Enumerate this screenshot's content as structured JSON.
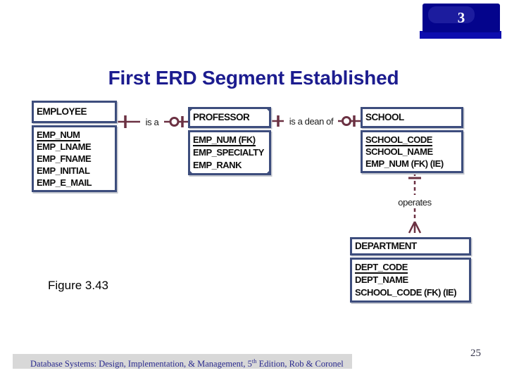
{
  "slide": {
    "number": "3",
    "title": "First ERD Segment Established",
    "figure_caption": "Figure 3.43",
    "page_number": "25",
    "footer": {
      "text_main": "Database Systems: Design, Implementation, & Management, 5",
      "text_sup": "th",
      "text_rest": " Edition, Rob & Coronel"
    }
  },
  "colors": {
    "title_color": "#1c1c8f",
    "entity_border": "#3d4d7d",
    "relationship": "#6b3142",
    "slide_number_bg": "#04048c",
    "footer_bg": "#d8d8d8",
    "footer_text": "#2a2a8e"
  },
  "diagram": {
    "entities": [
      {
        "name": "EMPLOYEE",
        "shape": "square",
        "primary_key": "EMP_NUM",
        "attributes": [
          "EMP_NUM",
          "EMP_LNAME",
          "EMP_FNAME",
          "EMP_INITIAL",
          "EMP_E_MAIL"
        ]
      },
      {
        "name": "PROFESSOR",
        "shape": "rounded",
        "primary_key": "EMP_NUM (FK)",
        "attributes": [
          "EMP_NUM (FK)",
          "EMP_SPECIALTY",
          "EMP_RANK"
        ]
      },
      {
        "name": "SCHOOL",
        "shape": "square",
        "primary_key": "SCHOOL_CODE",
        "attributes": [
          "SCHOOL_CODE",
          "SCHOOL_NAME",
          "EMP_NUM (FK) (IE)"
        ]
      },
      {
        "name": "DEPARTMENT",
        "shape": "square",
        "primary_key": "DEPT_CODE",
        "attributes": [
          "DEPT_CODE",
          "DEPT_NAME",
          "SCHOOL_CODE (FK) (IE)"
        ]
      }
    ],
    "relationships": [
      {
        "label": "is a",
        "from": "EMPLOYEE",
        "to": "PROFESSOR",
        "line": "solid"
      },
      {
        "label": "is a dean of",
        "from": "PROFESSOR",
        "to": "SCHOOL",
        "line": "solid"
      },
      {
        "label": "operates",
        "from": "SCHOOL",
        "to": "DEPARTMENT",
        "line": "dashed"
      }
    ]
  }
}
